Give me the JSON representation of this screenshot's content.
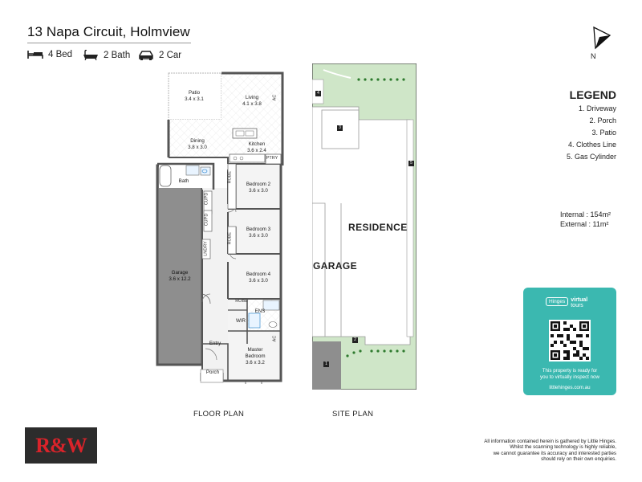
{
  "property": {
    "address": "13 Napa Circuit, Holmview",
    "features": [
      {
        "icon": "bed-icon",
        "label": "4 Bed"
      },
      {
        "icon": "bath-icon",
        "label": "2 Bath"
      },
      {
        "icon": "car-icon",
        "label": "2 Car"
      }
    ]
  },
  "compass": {
    "label": "N"
  },
  "floor_plan": {
    "caption": "FLOOR PLAN",
    "rooms": {
      "patio": {
        "name": "Patio",
        "size": "3.4 x 3.1"
      },
      "living": {
        "name": "Living",
        "size": "4.1 x 3.8"
      },
      "dining": {
        "name": "Dining",
        "size": "3.8 x 3.0"
      },
      "kitchen": {
        "name": "Kitchen",
        "size": "3.6 x 2.4"
      },
      "bath": {
        "name": "Bath"
      },
      "bedroom2": {
        "name": "Bedroom 2",
        "size": "3.6 x 3.0"
      },
      "bedroom3": {
        "name": "Bedroom 3",
        "size": "3.6 x 3.0"
      },
      "bedroom4": {
        "name": "Bedroom 4",
        "size": "3.6 x 3.0"
      },
      "garage": {
        "name": "Garage",
        "size": "3.6 x 12.2"
      },
      "ens": {
        "name": "ENS"
      },
      "wir": {
        "name": "WIR"
      },
      "entry": {
        "name": "Entry"
      },
      "master": {
        "name": "Master",
        "name2": "Bedroom",
        "size": "3.6 x 3.2"
      },
      "porch": {
        "name": "Porch"
      }
    },
    "fixtures": {
      "ptry": "PTRY",
      "robe": "ROBE",
      "robe2": "ROBE",
      "robe_small": "ROBE",
      "cupd1": "CUPD",
      "cupd2": "CUPD",
      "lndry": "LNDRY",
      "ac1": "AC",
      "ac2": "AC"
    }
  },
  "site_plan": {
    "caption": "SITE PLAN",
    "residence_label": "RESIDENCE",
    "garage_label": "GARAGE",
    "markers": [
      "1",
      "2",
      "3",
      "4",
      "5"
    ]
  },
  "legend": {
    "title": "LEGEND",
    "items": [
      "1. Driveway",
      "2. Porch",
      "3. Patio",
      "4. Clothes Line",
      "5. Gas Cylinder"
    ]
  },
  "areas": {
    "internal_label": "Internal",
    "internal_value": ": 154m²",
    "external_label": "External",
    "external_value": ":   11m²"
  },
  "virtual_tour": {
    "brand": "Hinges",
    "brand_suffix": "virtual",
    "brand_suffix2": "tours",
    "message_line1": "This property is ready for",
    "message_line2": "you to virtually inspect now",
    "url": "littlehinges.com.au"
  },
  "agency": {
    "logo_text": "R&W"
  },
  "disclaimer": {
    "line1": "All information contained herein is gathered by Little Hinges.",
    "line2": "Whilst the scanning technology is highly reliable,",
    "line3": "we cannot guarantee its accuracy and interested parties",
    "line4": "should rely on their own enquiries."
  },
  "colors": {
    "tour_card": "#3bb8b0",
    "grass": "#cfe6c8",
    "logo_red": "#d9232a",
    "logo_bg": "#2c2c2c"
  }
}
